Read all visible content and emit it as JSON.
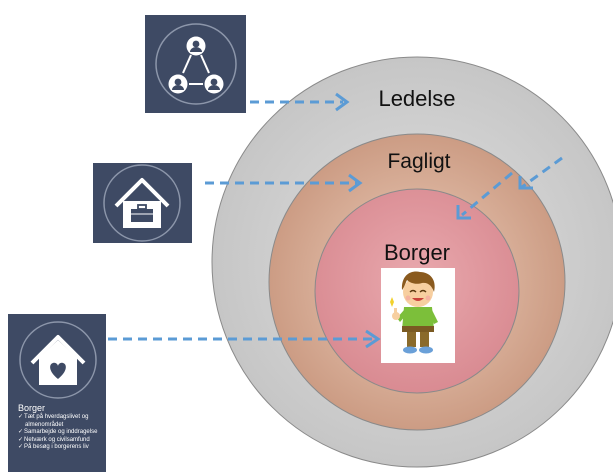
{
  "rings": {
    "outer_label": "Ledelse",
    "middle_label": "Fagligt",
    "inner_label": "Borger"
  },
  "cards": {
    "network_icon": "people-network-icon",
    "workplace_icon": "house-briefcase-icon",
    "home_icon": "house-heart-icon",
    "citizen": {
      "title": "Borger",
      "items": [
        "Tæt på hverdagslivet og",
        "almenområdet",
        "Samarbejde og inddragelse",
        "Netværk og civilsamfund",
        "På besøg i borgerens liv"
      ]
    }
  },
  "colors": {
    "card_bg": "#3e4a64",
    "outer_ring": "#c8c8c8",
    "middle_ring": "#d4a88f",
    "inner_ring": "#dc959c",
    "arrow": "#5b9bd5"
  },
  "figure": "child-thumbs-up-illustration"
}
